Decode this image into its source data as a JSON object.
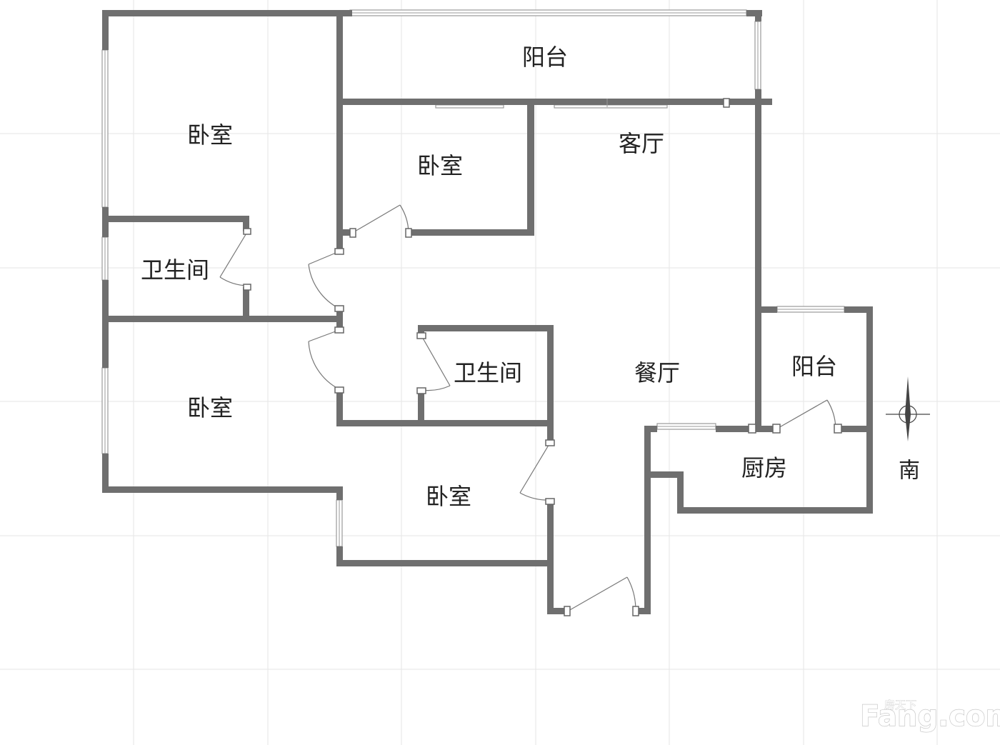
{
  "rooms": {
    "balcony_north": "阳台",
    "bedroom_northwest": "卧室",
    "bedroom_center": "卧室",
    "living_room": "客厅",
    "bathroom_west": "卫生间",
    "bathroom_center": "卫生间",
    "dining_room": "餐厅",
    "balcony_east": "阳台",
    "bedroom_southwest": "卧室",
    "bedroom_south": "卧室",
    "kitchen": "厨房"
  },
  "compass": {
    "label": "南"
  },
  "watermark": {
    "main": "Fang.com",
    "sub": "房天下"
  },
  "colors": {
    "wall": "#6f6f6f",
    "window": "#9a9a9a",
    "grid": "#e6e6e6",
    "text": "#222222"
  }
}
